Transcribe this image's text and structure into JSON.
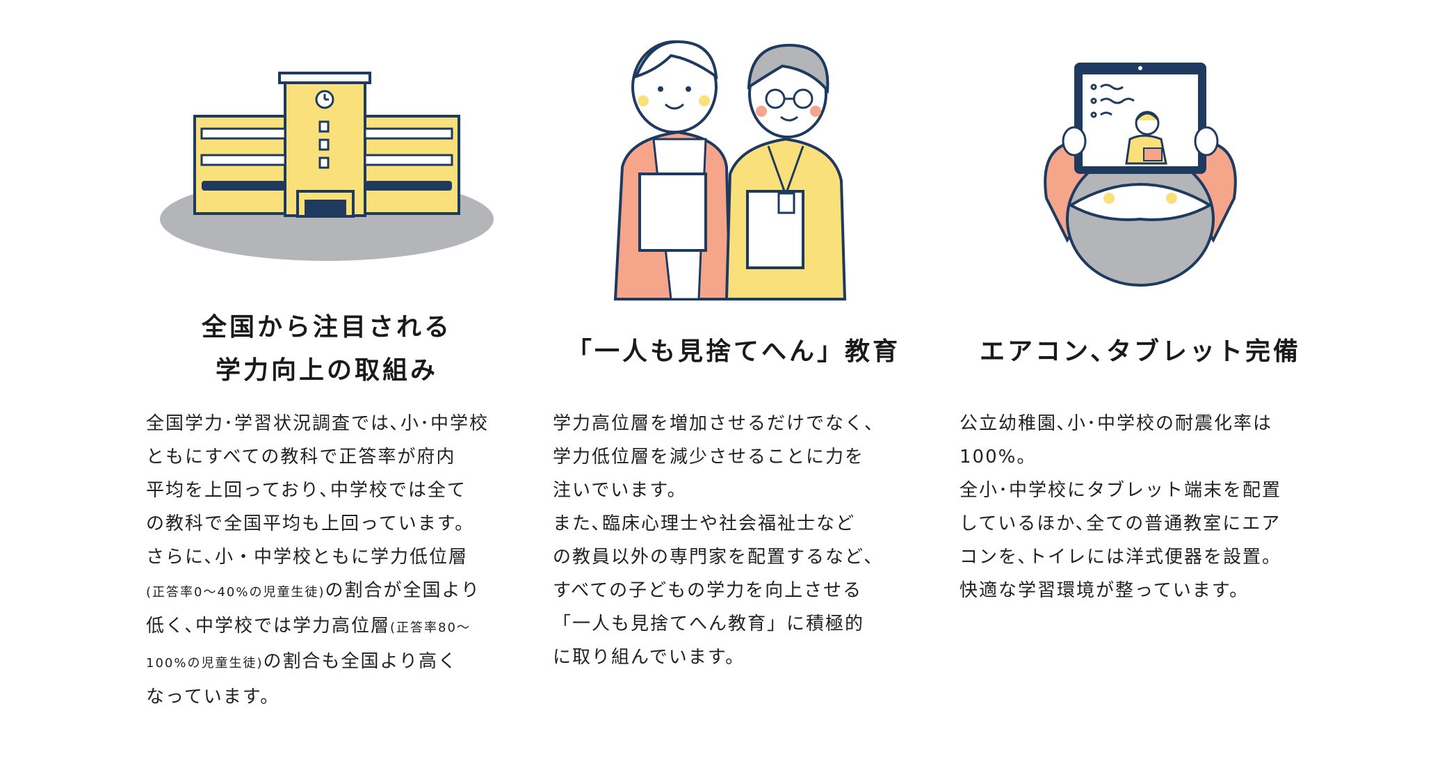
{
  "columns": [
    {
      "title": [
        "全国から注目される",
        "学力向上の取組み"
      ],
      "illustration": "school-building-icon",
      "body": [
        "全国学力･学習状況調査では､小･中学校",
        "ともにすべての教科で正答率が府内",
        "平均を上回っており､中学校では全て",
        "の教科で全国平均も上回っています。",
        "さらに､小・中学校ともに学力低位層",
        [
          "(正答率0〜40%の児童生徒)",
          "の割合が全国より"
        ],
        [
          "低く､中学校では学力高位層",
          "(正答率80〜"
        ],
        [
          "100%の児童生徒)",
          "の割合も全国より高く"
        ],
        "なっています。"
      ]
    },
    {
      "title": [
        "「一人も見捨てへん」教育"
      ],
      "illustration": "two-teachers-icon",
      "body": [
        "学力高位層を増加させるだけでなく、",
        "学力低位層を減少させることに力を",
        "注いでいます。",
        "また､臨床心理士や社会福祉士など",
        "の教員以外の専門家を配置するなど､",
        "すべての子どもの学力を向上させる",
        "「一人も見捨てへん教育」に積極的",
        "に取り組んでいます。"
      ]
    },
    {
      "title": [
        "エアコン､タブレット完備"
      ],
      "illustration": "child-with-tablet-icon",
      "body": [
        "公立幼稚園､小･中学校の耐震化率は",
        "100%。",
        "全小･中学校にタブレット端末を配置",
        "しているほか､全ての普通教室にエア",
        "コンを､トイレには洋式便器を設置。",
        "快適な学習環境が整っています。"
      ]
    }
  ],
  "colors": {
    "navy": "#1e3a5f",
    "yellow": "#f9e07a",
    "salmon": "#f4a58a",
    "gray": "#b3b5b8",
    "text": "#222222"
  }
}
